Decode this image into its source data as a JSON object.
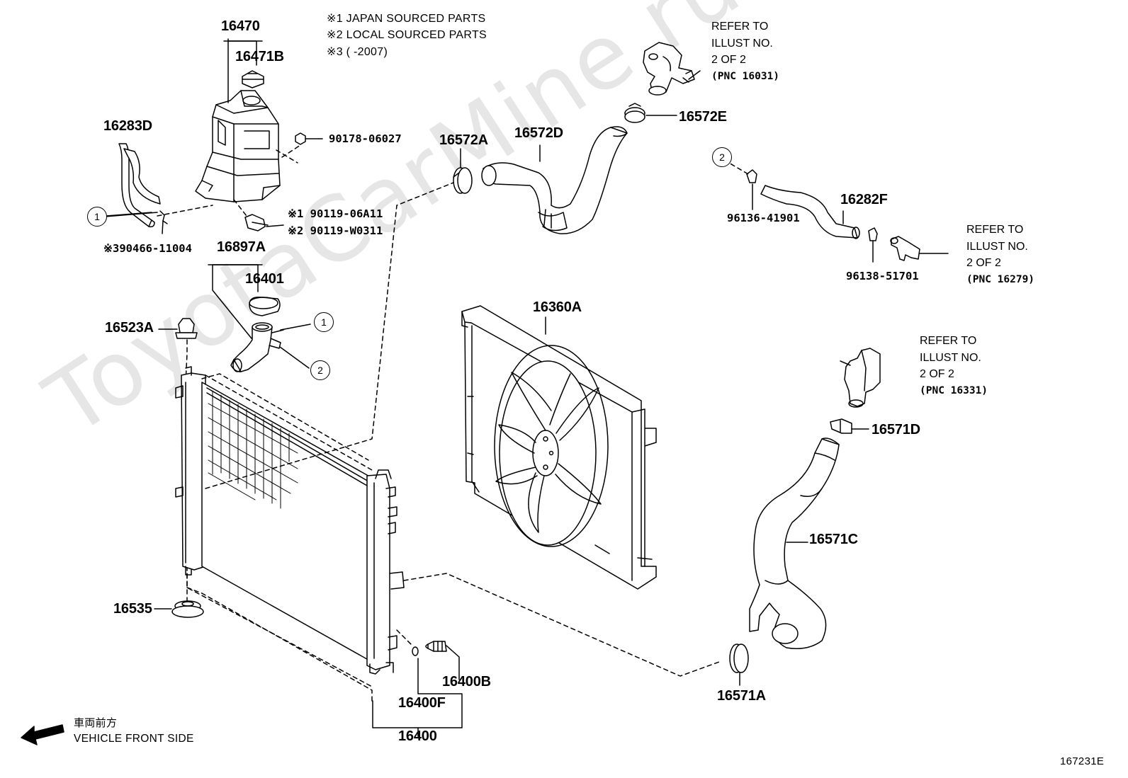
{
  "watermark": "ToyotaCarMine.ru",
  "notes": {
    "n1": "※1 JAPAN SOURCED PARTS",
    "n2": "※2 LOCAL SOURCED PARTS",
    "n3": "※3 (        -2007)"
  },
  "parts": {
    "p16470": "16470",
    "p16471B": "16471B",
    "p16283D": "16283D",
    "p90178": "90178-06027",
    "p90119a": "※1 90119-06A11",
    "p90119b": "※2 90119-W0311",
    "p90466": "※390466-11004",
    "p16897A": "16897A",
    "p16401": "16401",
    "p16523A": "16523A",
    "p16572A": "16572A",
    "p16572D": "16572D",
    "p16572E": "16572E",
    "p16282F": "16282F",
    "p96136": "96136-41901",
    "p96138": "96138-51701",
    "p16360A": "16360A",
    "p16571D": "16571D",
    "p16571C": "16571C",
    "p16571A": "16571A",
    "p16535": "16535",
    "p16400B": "16400B",
    "p16400F": "16400F",
    "p16400": "16400"
  },
  "refs": {
    "r1": {
      "line1": "REFER TO",
      "line2": "ILLUST NO.",
      "line3": "2 OF 2",
      "line4": "(PNC 16031)"
    },
    "r2": {
      "line1": "REFER TO",
      "line2": "ILLUST NO.",
      "line3": "2 OF 2",
      "line4": "(PNC 16279)"
    },
    "r3": {
      "line1": "REFER TO",
      "line2": "ILLUST NO.",
      "line3": "2 OF 2",
      "line4": "(PNC 16331)"
    }
  },
  "circles": {
    "one": "1",
    "two": "2"
  },
  "front": {
    "jp": "車両前方",
    "en": "VEHICLE FRONT SIDE"
  },
  "diagram_id": "167231E"
}
